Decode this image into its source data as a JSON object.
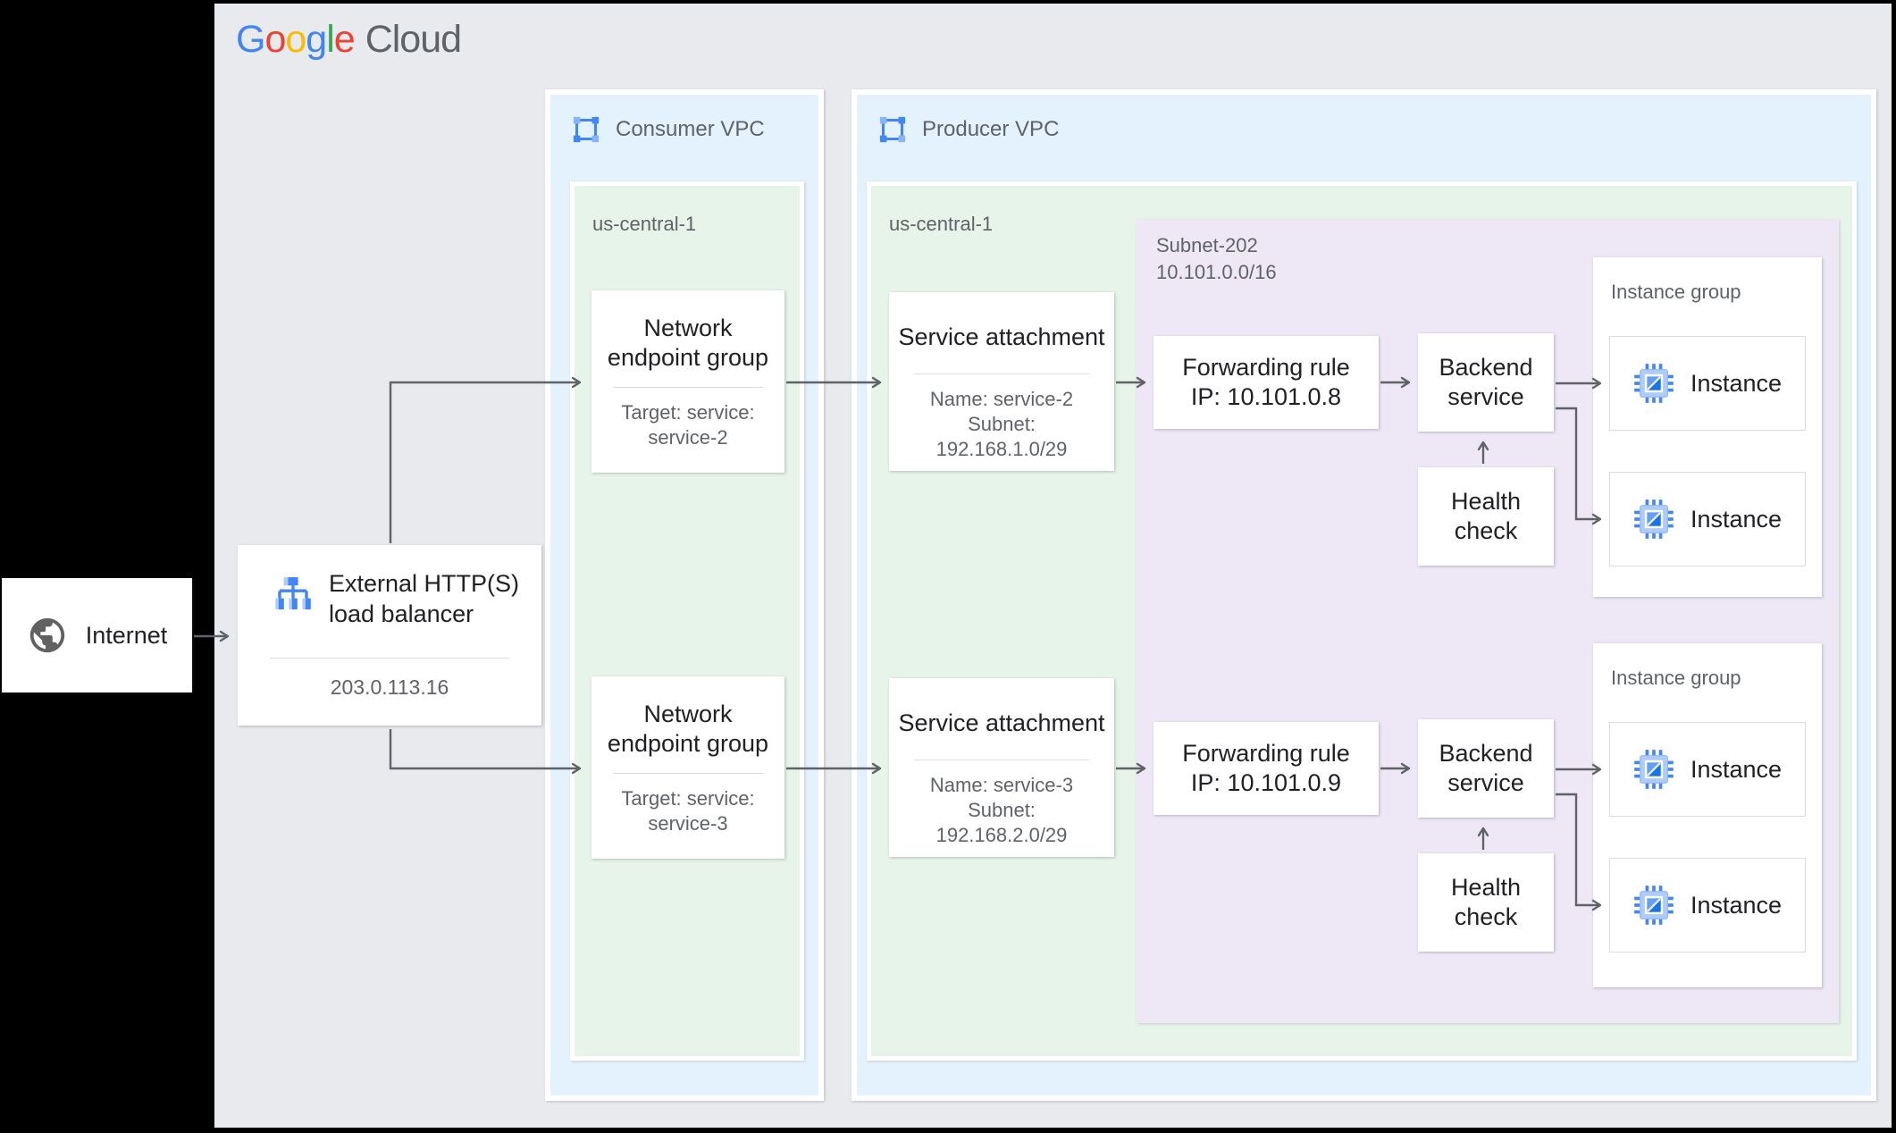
{
  "header": {
    "brand_google_letters": [
      "G",
      "o",
      "o",
      "g",
      "l",
      "e"
    ],
    "brand_cloud": "Cloud"
  },
  "internet": {
    "label": "Internet"
  },
  "load_balancer": {
    "title_line1": "External HTTP(S)",
    "title_line2": "load balancer",
    "ip": "203.0.113.16"
  },
  "consumer_vpc": {
    "label": "Consumer VPC",
    "region_label": "us-central-1",
    "negs": [
      {
        "title_line1": "Network",
        "title_line2": "endpoint group",
        "target_line1": "Target: service:",
        "target_line2": "service-2"
      },
      {
        "title_line1": "Network",
        "title_line2": "endpoint group",
        "target_line1": "Target: service:",
        "target_line2": "service-3"
      }
    ]
  },
  "producer_vpc": {
    "label": "Producer VPC",
    "region_label": "us-central-1",
    "service_attachments": [
      {
        "title": "Service attachment",
        "name": "Name: service-2",
        "subnet_label": "Subnet:",
        "subnet_cidr": "192.168.1.0/29"
      },
      {
        "title": "Service attachment",
        "name": "Name: service-3",
        "subnet_label": "Subnet:",
        "subnet_cidr": "192.168.2.0/29"
      }
    ],
    "subnet": {
      "name": "Subnet-202",
      "cidr": "10.101.0.0/16",
      "forwarding_rules": [
        {
          "title": "Forwarding rule",
          "ip": "IP: 10.101.0.8"
        },
        {
          "title": "Forwarding rule",
          "ip": "IP: 10.101.0.9"
        }
      ],
      "backend_services": [
        {
          "line1": "Backend",
          "line2": "service"
        },
        {
          "line1": "Backend",
          "line2": "service"
        }
      ],
      "health_checks": [
        {
          "line1": "Health",
          "line2": "check"
        },
        {
          "line1": "Health",
          "line2": "check"
        }
      ],
      "instance_groups": [
        {
          "label": "Instance group",
          "instances": [
            {
              "label": "Instance"
            },
            {
              "label": "Instance"
            }
          ]
        },
        {
          "label": "Instance group",
          "instances": [
            {
              "label": "Instance"
            },
            {
              "label": "Instance"
            }
          ]
        }
      ]
    }
  },
  "icons": {
    "internet": "globe-icon",
    "load_balancer": "load-balancer-icon",
    "vpc": "vpc-icon",
    "instance": "compute-instance-icon"
  },
  "colors": {
    "background": "#e8eaed",
    "vpc_fill": "#e3f2fd",
    "region_fill": "#e6f4ea",
    "subnet_fill": "#ede7f6",
    "node_fill": "#ffffff",
    "primary_text": "#202124",
    "secondary_text": "#5f6368",
    "arrow": "#5f6368",
    "google_blue": "#4285f4",
    "google_red": "#ea4335",
    "google_yellow": "#fbbc05",
    "google_green": "#34a853"
  }
}
